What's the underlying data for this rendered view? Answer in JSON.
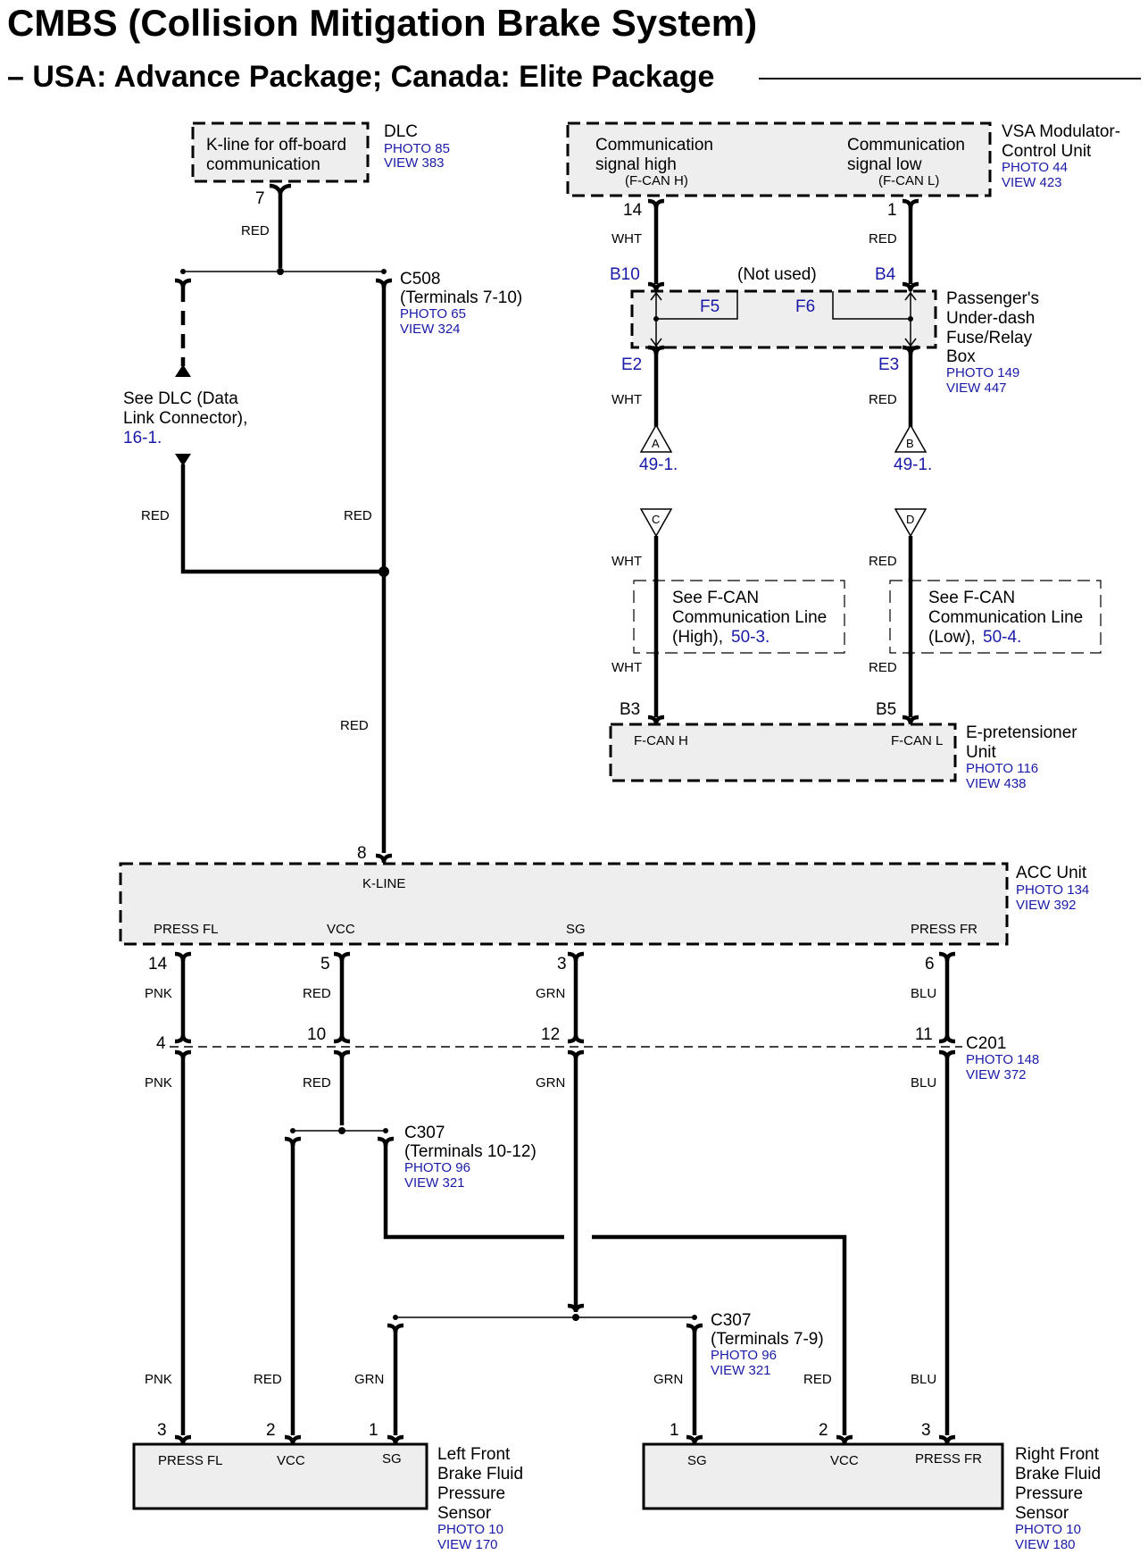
{
  "title": "CMBS (Collision Mitigation Brake System)",
  "subtitle": "– USA: Advance Package; Canada: Elite Package",
  "dlc": {
    "box_line1": "K-line for off-board",
    "box_line2": "communication",
    "name": "DLC",
    "photo": "PHOTO 85",
    "view": "VIEW 383",
    "pin": "7",
    "wire": "RED"
  },
  "c508": {
    "name": "C508",
    "terminals": "(Terminals 7-10)",
    "photo": "PHOTO 65",
    "view": "VIEW 324"
  },
  "see_dlc": {
    "line1": "See DLC (Data",
    "line2": "Link Connector),",
    "ref": "16-1."
  },
  "kline_wires": {
    "left": "RED",
    "right": "RED",
    "lower": "RED"
  },
  "vsa": {
    "comm_high_1": "Communication",
    "comm_high_2": "signal high",
    "comm_high_sub": "(F-CAN H)",
    "comm_low_1": "Communication",
    "comm_low_2": "signal low",
    "comm_low_sub": "(F-CAN L)",
    "name1": "VSA Modulator-",
    "name2": "Control Unit",
    "photo": "PHOTO 44",
    "view": "VIEW 423",
    "pin_h": "14",
    "pin_l": "1",
    "wire_h": "WHT",
    "wire_l": "RED"
  },
  "fuse_box": {
    "pin_b10": "B10",
    "pin_b4": "B4",
    "not_used": "(Not used)",
    "f5": "F5",
    "f6": "F6",
    "pin_e2": "E2",
    "pin_e3": "E3",
    "name1": "Passenger's",
    "name2": "Under-dash",
    "name3": "Fuse/Relay",
    "name4": "Box",
    "photo": "PHOTO 149",
    "view": "VIEW 447",
    "wire_e2": "WHT",
    "wire_e3": "RED"
  },
  "refs": {
    "a_letter": "A",
    "a_ref": "49-1.",
    "b_letter": "B",
    "b_ref": "49-1.",
    "c_letter": "C",
    "d_letter": "D"
  },
  "fcan_high_note": {
    "line1": "See F-CAN",
    "line2": "Communication Line",
    "line3": "(High),",
    "ref": "50-3.",
    "wire_top": "WHT",
    "wire_bottom": "WHT"
  },
  "fcan_low_note": {
    "line1": "See F-CAN",
    "line2": "Communication Line",
    "line3": "(Low),",
    "ref": "50-4.",
    "wire_top": "RED",
    "wire_bottom": "RED"
  },
  "epretensioner": {
    "pin_b3": "B3",
    "pin_b5": "B5",
    "fcan_h": "F-CAN H",
    "fcan_l": "F-CAN L",
    "name1": "E-pretensioner",
    "name2": "Unit",
    "photo": "PHOTO 116",
    "view": "VIEW 438"
  },
  "acc": {
    "pin_kline": "8",
    "kline": "K-LINE",
    "press_fl": "PRESS FL",
    "vcc": "VCC",
    "sg": "SG",
    "press_fr": "PRESS FR",
    "name": "ACC Unit",
    "photo": "PHOTO 134",
    "view": "VIEW 392",
    "pin_14": "14",
    "pin_5": "5",
    "pin_3": "3",
    "pin_6": "6"
  },
  "c201": {
    "name": "C201",
    "photo": "PHOTO 148",
    "view": "VIEW 372",
    "pin_4": "4",
    "pin_10": "10",
    "pin_12": "12",
    "pin_11": "11"
  },
  "wires": {
    "pnk_1": "PNK",
    "red_1": "RED",
    "grn_1": "GRN",
    "blu_1": "BLU",
    "pnk_2": "PNK",
    "red_2": "RED",
    "grn_2": "GRN",
    "blu_2": "BLU",
    "pnk_3": "PNK",
    "red_3": "RED",
    "grn_3": "GRN",
    "grn_4": "GRN",
    "red_4": "RED",
    "blu_3": "BLU"
  },
  "c307_a": {
    "name": "C307",
    "terminals": "(Terminals 10-12)",
    "photo": "PHOTO 96",
    "view": "VIEW 321"
  },
  "c307_b": {
    "name": "C307",
    "terminals": "(Terminals 7-9)",
    "photo": "PHOTO 96",
    "view": "VIEW 321"
  },
  "left_sensor": {
    "pin_3": "3",
    "pin_2": "2",
    "pin_1": "1",
    "press_fl": "PRESS FL",
    "vcc": "VCC",
    "sg": "SG",
    "name1": "Left Front",
    "name2": "Brake Fluid",
    "name3": "Pressure",
    "name4": "Sensor",
    "photo": "PHOTO 10",
    "view": "VIEW 170"
  },
  "right_sensor": {
    "pin_1": "1",
    "pin_2": "2",
    "pin_3": "3",
    "sg": "SG",
    "vcc": "VCC",
    "press_fr": "PRESS FR",
    "name1": "Right Front",
    "name2": "Brake Fluid",
    "name3": "Pressure",
    "name4": "Sensor",
    "photo": "PHOTO 10",
    "view": "VIEW 180"
  }
}
